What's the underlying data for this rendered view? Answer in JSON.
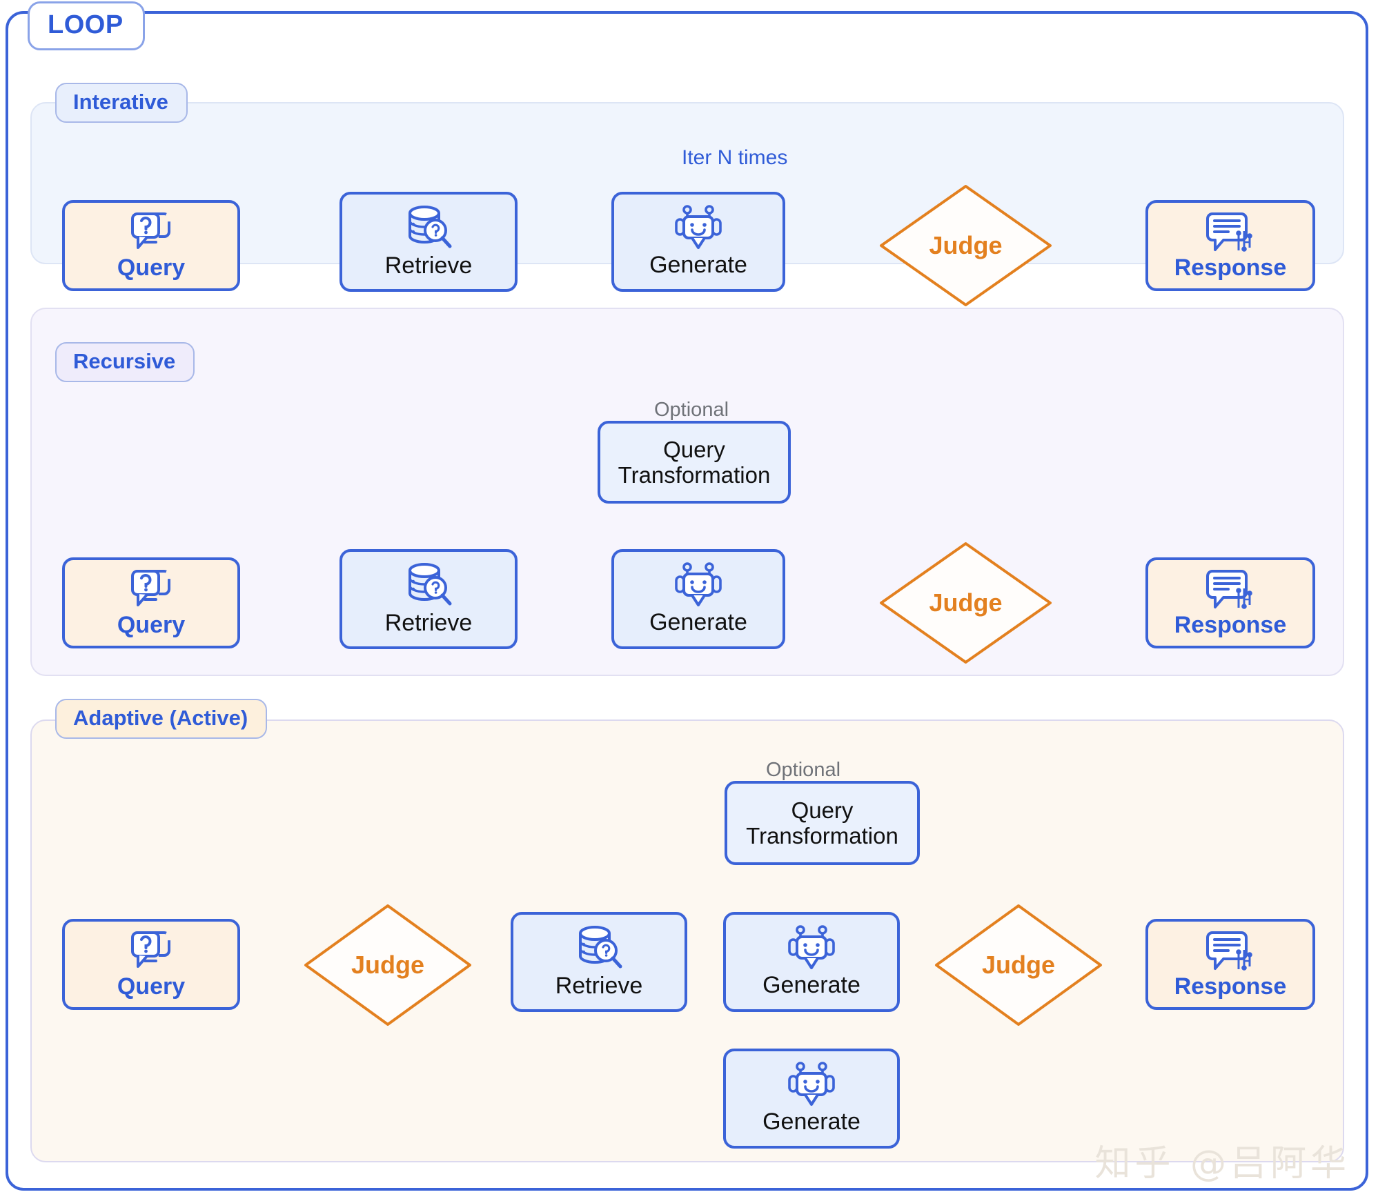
{
  "diagram": {
    "outer_label": "LOOP",
    "watermark": "知乎 @吕阿华",
    "colors": {
      "blue_stroke": "#3b63d8",
      "blue_text": "#2f5bd7",
      "orange_stroke": "#e3801f",
      "query_fill": "#fdf1e3",
      "proc_fill": "#e6eefc",
      "dashed_gray": "#5e6066",
      "optional_gray": "#6f7278"
    }
  },
  "sections": [
    {
      "key": "interative",
      "title": "Interative",
      "background": "#f0f5fd",
      "edge_label": "Iter N times",
      "nodes": [
        {
          "name": "query",
          "label": "Query",
          "icon": "question-bubble-icon"
        },
        {
          "name": "retrieve",
          "label": "Retrieve",
          "icon": "database-search-icon"
        },
        {
          "name": "generate",
          "label": "Generate",
          "icon": "robot-icon"
        },
        {
          "name": "judge",
          "label": "Judge",
          "icon": "diamond-decision"
        },
        {
          "name": "response",
          "label": "Response",
          "icon": "response-bubble-icon"
        }
      ]
    },
    {
      "key": "recursive",
      "title": "Recursive",
      "background": "#f7f5fd",
      "optional_label": "Optional",
      "nodes": [
        {
          "name": "query",
          "label": "Query",
          "icon": "question-bubble-icon"
        },
        {
          "name": "retrieve",
          "label": "Retrieve",
          "icon": "database-search-icon"
        },
        {
          "name": "generate",
          "label": "Generate",
          "icon": "robot-icon"
        },
        {
          "name": "judge",
          "label": "Judge",
          "icon": "diamond-decision"
        },
        {
          "name": "response",
          "label": "Response",
          "icon": "response-bubble-icon"
        },
        {
          "name": "query-transformation",
          "label": "Query\nTransformation",
          "line1": "Query",
          "line2": "Transformation",
          "icon": "none"
        }
      ]
    },
    {
      "key": "adaptive",
      "title": "Adaptive (Active)",
      "background": "#fdf8f1",
      "optional_label": "Optional",
      "nodes": [
        {
          "name": "query",
          "label": "Query",
          "icon": "question-bubble-icon"
        },
        {
          "name": "judge-1",
          "label": "Judge",
          "icon": "diamond-decision"
        },
        {
          "name": "retrieve",
          "label": "Retrieve",
          "icon": "database-search-icon"
        },
        {
          "name": "generate",
          "label": "Generate",
          "icon": "robot-icon"
        },
        {
          "name": "judge-2",
          "label": "Judge",
          "icon": "diamond-decision"
        },
        {
          "name": "response",
          "label": "Response",
          "icon": "response-bubble-icon"
        },
        {
          "name": "query-transformation",
          "label": "Query\nTransformation",
          "line1": "Query",
          "line2": "Transformation",
          "icon": "none"
        },
        {
          "name": "generate-direct",
          "label": "Generate",
          "icon": "robot-icon"
        }
      ]
    }
  ]
}
